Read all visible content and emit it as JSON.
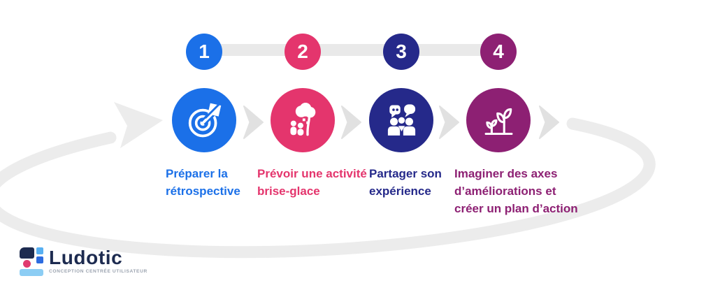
{
  "steps": [
    {
      "number": "1",
      "color": "#1b70e8",
      "label_lines": [
        "Préparer la",
        "rétrospective"
      ],
      "icon": "target-dart-icon"
    },
    {
      "number": "2",
      "color": "#e4356d",
      "label_lines": [
        "Prévoir une activité",
        "brise-glace"
      ],
      "icon": "icebreaker-activity-icon"
    },
    {
      "number": "3",
      "color": "#25298a",
      "label_lines": [
        "Partager son",
        "expérience"
      ],
      "icon": "group-discussion-icon"
    },
    {
      "number": "4",
      "color": "#8d2073",
      "label_lines": [
        "Imaginer des axes",
        "d’améliorations et",
        "créer un plan d’action"
      ],
      "icon": "growth-sprouts-icon"
    }
  ],
  "colors": {
    "loop_arrow": "#ececec",
    "chevron": "#e1e1e1",
    "connector_bar": "#e9e9e9",
    "icon_foreground": "#ffffff",
    "background": "#ffffff"
  },
  "logo": {
    "name": "Ludotic",
    "tagline": "CONCEPTION CENTRÉE UTILISATEUR",
    "colors": {
      "navy": "#1d2b50",
      "blue": "#2d6ce0",
      "sky": "#58b0f2",
      "light": "#8ccdf4",
      "dot": "#e03a6e",
      "tagline_gray": "#9ba3af"
    }
  }
}
